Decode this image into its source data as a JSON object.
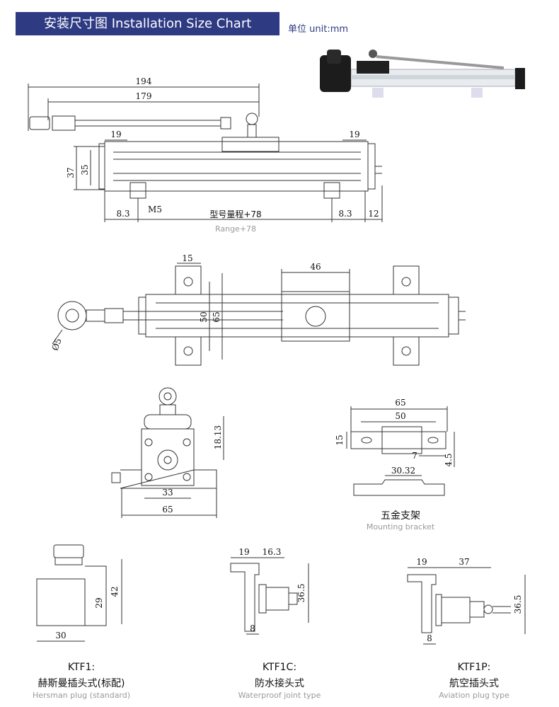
{
  "header": {
    "title": "安装尺寸图 Installation Size Chart",
    "unit": "单位 unit:mm"
  },
  "side_view": {
    "dims": {
      "d194": "194",
      "d179": "179",
      "d19a": "19",
      "d19b": "19",
      "d37": "37",
      "d35": "35",
      "d83a": "8.3",
      "dm5": "M5",
      "d83b": "8.3",
      "d12": "12"
    },
    "range_cn": "型号量程+78",
    "range_en": "Range+78"
  },
  "top_view": {
    "dims": {
      "d15": "15",
      "d46": "46",
      "d50": "50",
      "d65": "65",
      "d5": "Ø5"
    }
  },
  "end_view": {
    "dims": {
      "d1813": "18.13",
      "d33": "33",
      "d65": "65"
    }
  },
  "bracket": {
    "dims": {
      "d65": "65",
      "d50": "50",
      "d15": "15",
      "d7": "7",
      "d45": "4.5",
      "d3032": "30.32"
    },
    "label_cn": "五金支架",
    "label_en": "Mounting bracket"
  },
  "ktf1": {
    "dims": {
      "d42": "42",
      "d29": "29",
      "d30": "30"
    },
    "code": "KTF1:",
    "label_cn": "赫斯曼插头式(标配)",
    "label_en": "Hersman plug (standard)"
  },
  "ktf1c": {
    "dims": {
      "d19": "19",
      "d163": "16.3",
      "d365": "36.5",
      "d8": "8"
    },
    "code": "KTF1C:",
    "label_cn": "防水接头式",
    "label_en": "Waterproof joint type"
  },
  "ktf1p": {
    "dims": {
      "d19": "19",
      "d37": "37",
      "d365": "36.5",
      "d8": "8"
    },
    "code": "KTF1P:",
    "label_cn": "航空插头式",
    "label_en": "Aviation plug type"
  },
  "colors": {
    "header_bg": "#2e3b83",
    "text_dark": "#111111",
    "text_grey": "#9a9a9a"
  }
}
